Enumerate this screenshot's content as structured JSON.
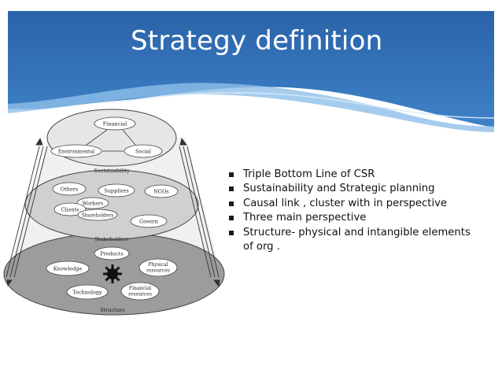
{
  "slide": {
    "title": "Strategy definition",
    "colors": {
      "header_blue": "#2f6db2",
      "header_light": "#5e9ad6",
      "bullet": "#1a1a1a"
    }
  },
  "diagram": {
    "levels": {
      "sustainability": {
        "label": "Sustainability",
        "nodes": {
          "financial": "Financial",
          "environmental": "Environmental",
          "social": "Social"
        }
      },
      "stakeholders": {
        "label": "Stakeholders",
        "nodes": {
          "others": "Others",
          "suppliers": "Suppliers",
          "ngos": "NGOs",
          "workers": "Workers",
          "clients": "Clients",
          "shareholders": "Shareholders",
          "govern": "Govern"
        }
      },
      "structure": {
        "label": "Structure",
        "nodes": {
          "products": "Products",
          "knowledge": "Knowledge",
          "physical_1": "Physical",
          "physical_2": "resources",
          "technology": "Technology",
          "financial_1": "Financial",
          "financial_2": "resources"
        }
      }
    }
  },
  "bullets": [
    "Triple Bottom Line of CSR",
    "Sustainability and Strategic planning",
    "Causal link , cluster with in perspective",
    "Three main perspective",
    "Structure- physical and intangible elements of org ."
  ]
}
